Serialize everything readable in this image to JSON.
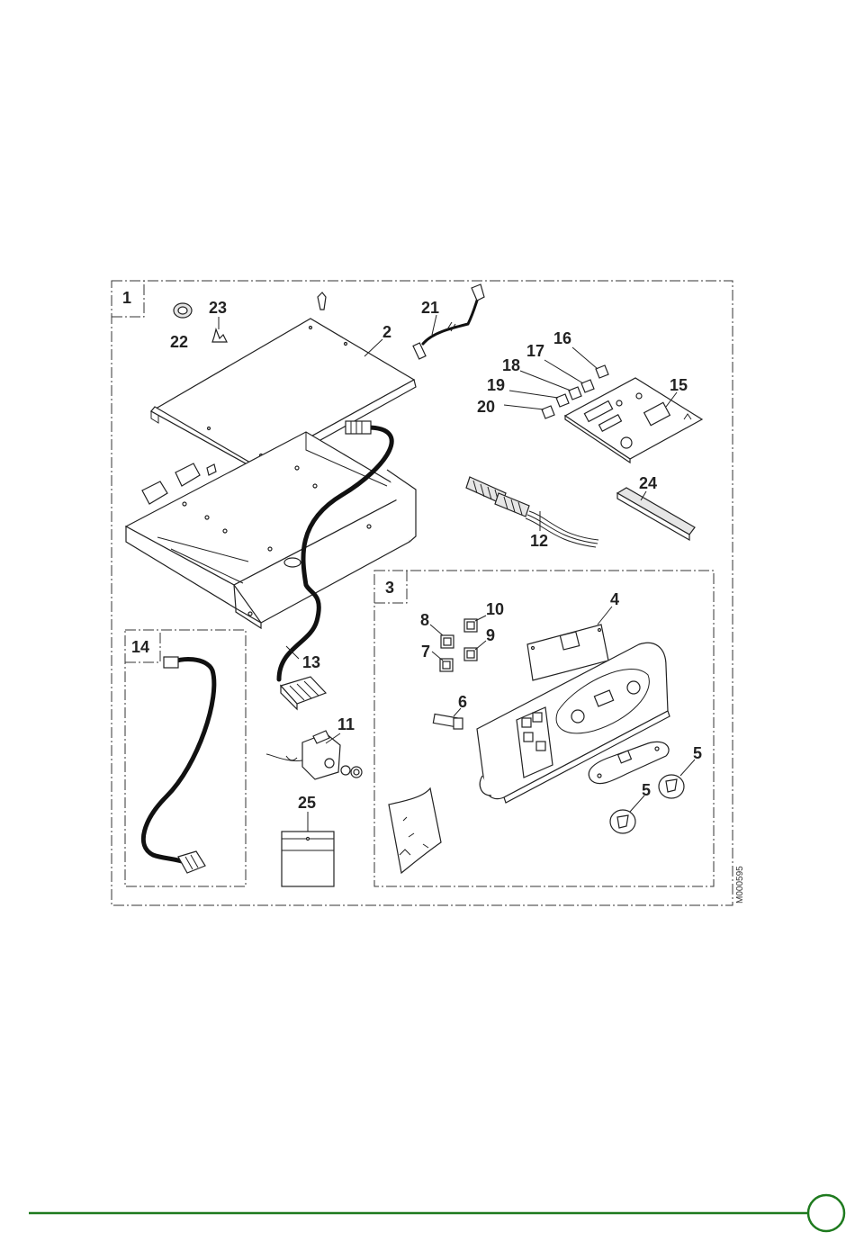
{
  "diagram": {
    "reference_code": "M000595",
    "labels": {
      "l1": "1",
      "l2": "2",
      "l3": "3",
      "l4": "4",
      "l5a": "5",
      "l5b": "5",
      "l6": "6",
      "l7": "7",
      "l8": "8",
      "l9": "9",
      "l10": "10",
      "l11": "11",
      "l12": "12",
      "l13": "13",
      "l14": "14",
      "l15": "15",
      "l16": "16",
      "l17": "17",
      "l18": "18",
      "l19": "19",
      "l20": "20",
      "l21": "21",
      "l22": "22",
      "l23": "23",
      "l24": "24",
      "l25": "25"
    }
  },
  "footer": {
    "line_color": "#1e7a1e",
    "circle_color": "#1e7a1e"
  }
}
